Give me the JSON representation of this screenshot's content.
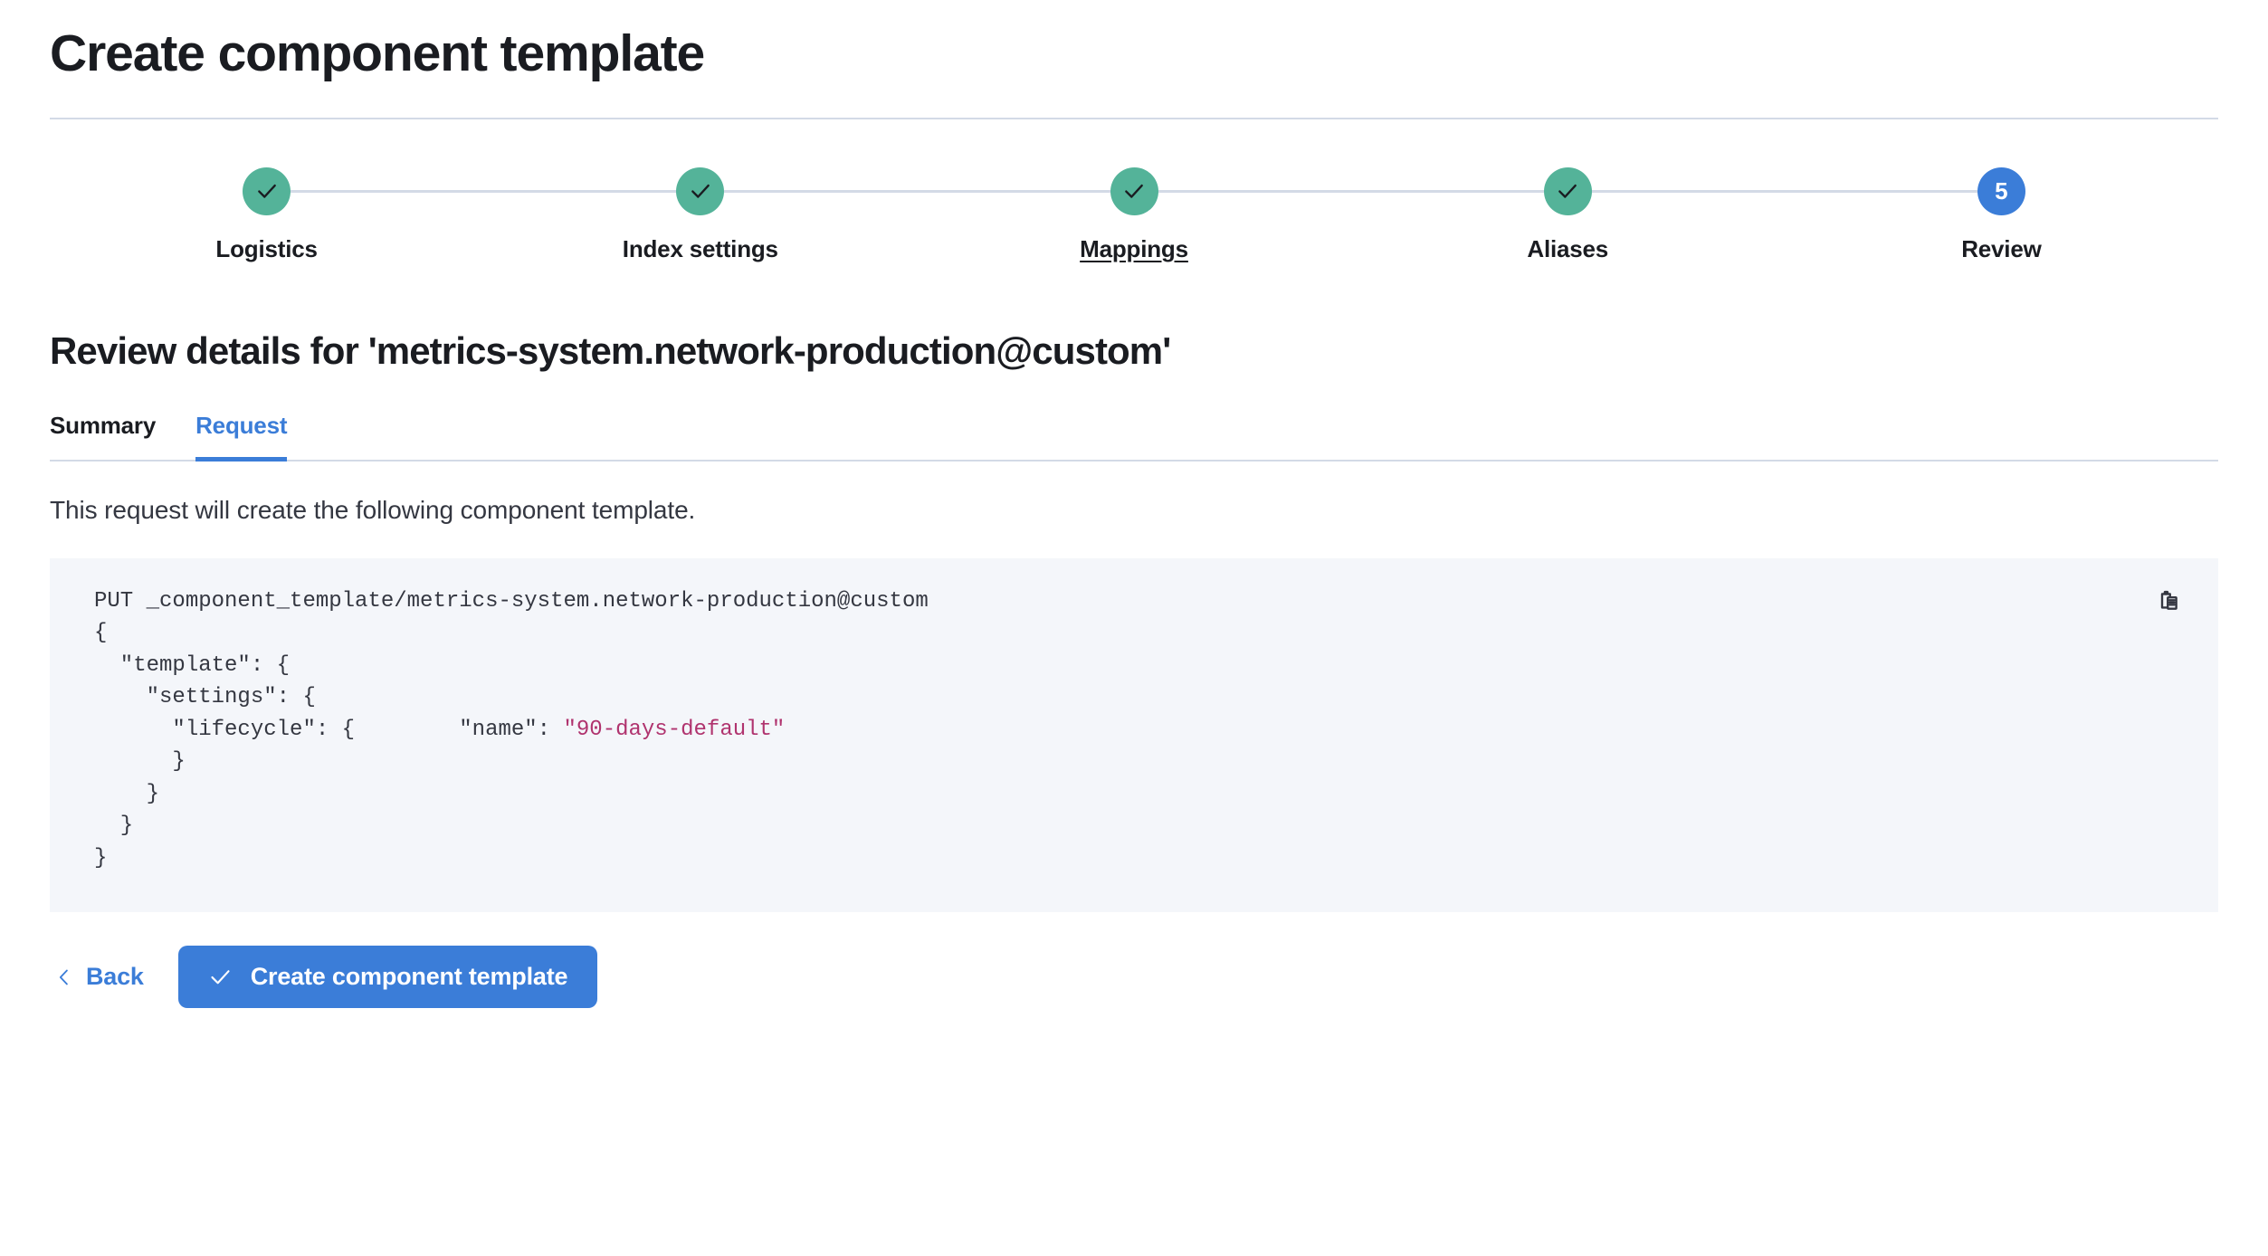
{
  "header": {
    "title": "Create component template"
  },
  "stepper": {
    "steps": [
      {
        "label": "Logistics",
        "state": "complete",
        "indicator": "check",
        "linked": false
      },
      {
        "label": "Index settings",
        "state": "complete",
        "indicator": "check",
        "linked": false
      },
      {
        "label": "Mappings",
        "state": "complete",
        "indicator": "check",
        "linked": true
      },
      {
        "label": "Aliases",
        "state": "complete",
        "indicator": "check",
        "linked": false
      },
      {
        "label": "Review",
        "state": "current",
        "indicator": "5",
        "linked": false
      }
    ]
  },
  "review": {
    "heading": "Review details for 'metrics-system.network-production@custom'",
    "tabs": [
      {
        "label": "Summary",
        "active": false
      },
      {
        "label": "Request",
        "active": true
      }
    ],
    "description": "This request will create the following component template.",
    "code": {
      "method_and_path": "PUT _component_template/metrics-system.network-production@custom",
      "body_lines": [
        "{",
        "  \"template\": {",
        "    \"settings\": {",
        "      \"lifecycle\": {",
        "        \"name\": \"90-days-default\"",
        "      }",
        "    }",
        "  }",
        "}"
      ],
      "string_value": "\"90-days-default\"",
      "copy_icon": "copy-icon"
    }
  },
  "actions": {
    "back_label": "Back",
    "back_icon": "chevron-left-icon",
    "submit_label": "Create component template",
    "submit_icon": "check-icon"
  },
  "colors": {
    "accent_blue": "#3b7dd8",
    "complete_teal": "#54b399",
    "rule": "#d3dae6",
    "code_bg": "#f4f6fa",
    "code_string": "#b0336e"
  }
}
